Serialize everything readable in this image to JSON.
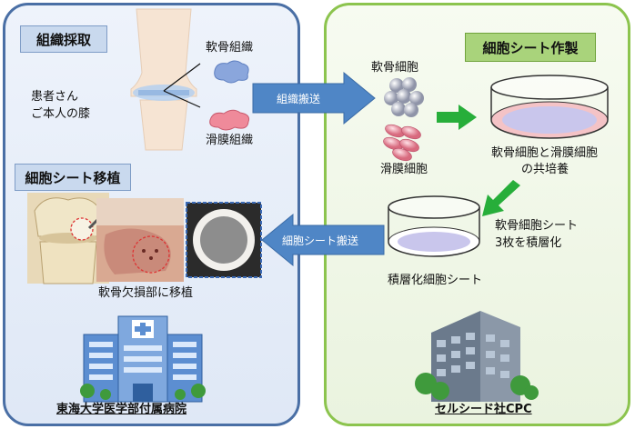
{
  "left_panel": {
    "tissue_header": "組織採取",
    "patient_label_line1": "患者さん",
    "patient_label_line2": "ご本人の膝",
    "cartilage_tissue_label": "軟骨組織",
    "synovium_tissue_label": "滑膜組織",
    "transplant_header": "細胞シート移植",
    "defect_label": "軟骨欠損部に移植",
    "hospital_label": "東海大学医学部付属病院"
  },
  "right_panel": {
    "sheet_header": "細胞シート作製",
    "chondrocyte_label": "軟骨細胞",
    "synovial_cell_label": "滑膜細胞",
    "coculture_label_line1": "軟骨細胞と滑膜細胞",
    "coculture_label_line2": "の共培養",
    "stack_label_line1": "軟骨細胞シート",
    "stack_label_line2": "3枚を積層化",
    "layered_sheet_label": "積層化細胞シート",
    "company_label": "セルシード社CPC"
  },
  "arrows": {
    "tissue_transport": "組織搬送",
    "sheet_transport": "細胞シート搬送"
  },
  "colors": {
    "left_border": "#4a6fa5",
    "right_border": "#8cc44e",
    "blue_arrow": "#4f86c6",
    "green_arrow": "#27ae3a",
    "red_label": "#d62c2c"
  }
}
